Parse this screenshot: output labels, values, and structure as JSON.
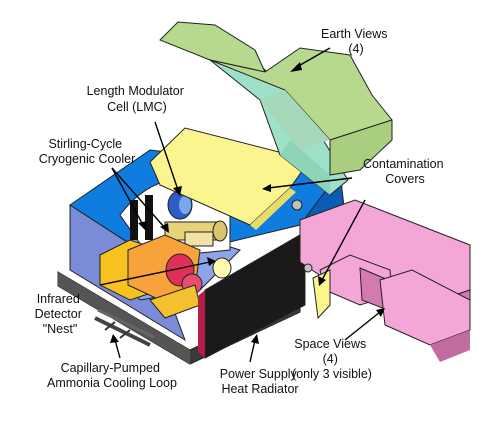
{
  "labels": {
    "earth_views": [
      "Earth Views",
      "(4)"
    ],
    "lmc": [
      "Length Modulator",
      "Cell (LMC)"
    ],
    "cooler": [
      "Stirling-Cycle",
      "Cryogenic Cooler"
    ],
    "covers": [
      "Contamination",
      "Covers"
    ],
    "detector": [
      "Infrared",
      "Detector",
      "\"Nest\""
    ],
    "loop": [
      "Capillary-Pumped",
      "Ammonia Cooling Loop"
    ],
    "radiator": [
      "Power Supply",
      "Heat Radiator"
    ],
    "space_views": [
      "Space Views",
      "(4)",
      "(only 3 visible)"
    ]
  },
  "colors": {
    "earth_view_top": "#b6d98e",
    "earth_view_side": "#9fe0c8",
    "cover": "#fbf58f",
    "body_blue": "#0f7ce0",
    "body_blue_dark": "#0a5db5",
    "body_side": "#7a8bd8",
    "space_view": "#f4a6d6",
    "space_view_dark": "#d47ab0",
    "radiator": "#1a1a1a",
    "accent_red": "#e0305a",
    "accent_orange": "#f7a23a",
    "accent_yellow": "#f7c21d"
  }
}
